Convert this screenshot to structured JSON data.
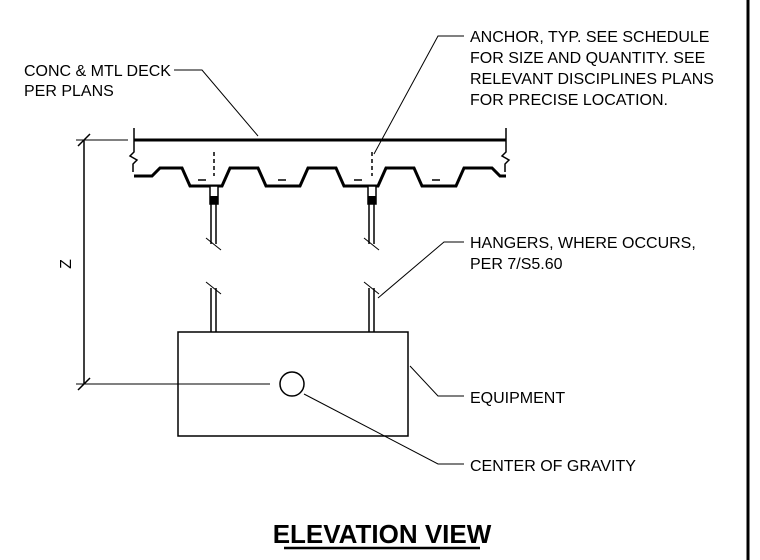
{
  "labels": {
    "deck": [
      "CONC & MTL DECK",
      "PER PLANS"
    ],
    "anchor": [
      "ANCHOR, TYP. SEE SCHEDULE",
      "FOR SIZE AND QUANTITY. SEE",
      "RELEVANT DISCIPLINES PLANS",
      "FOR PRECISE LOCATION."
    ],
    "hangers": [
      "HANGERS, WHERE OCCURS,",
      "PER 7/S5.60"
    ],
    "equipment": "EQUIPMENT",
    "cog": "CENTER OF GRAVITY",
    "dimension": "Z"
  },
  "title": "ELEVATION VIEW"
}
